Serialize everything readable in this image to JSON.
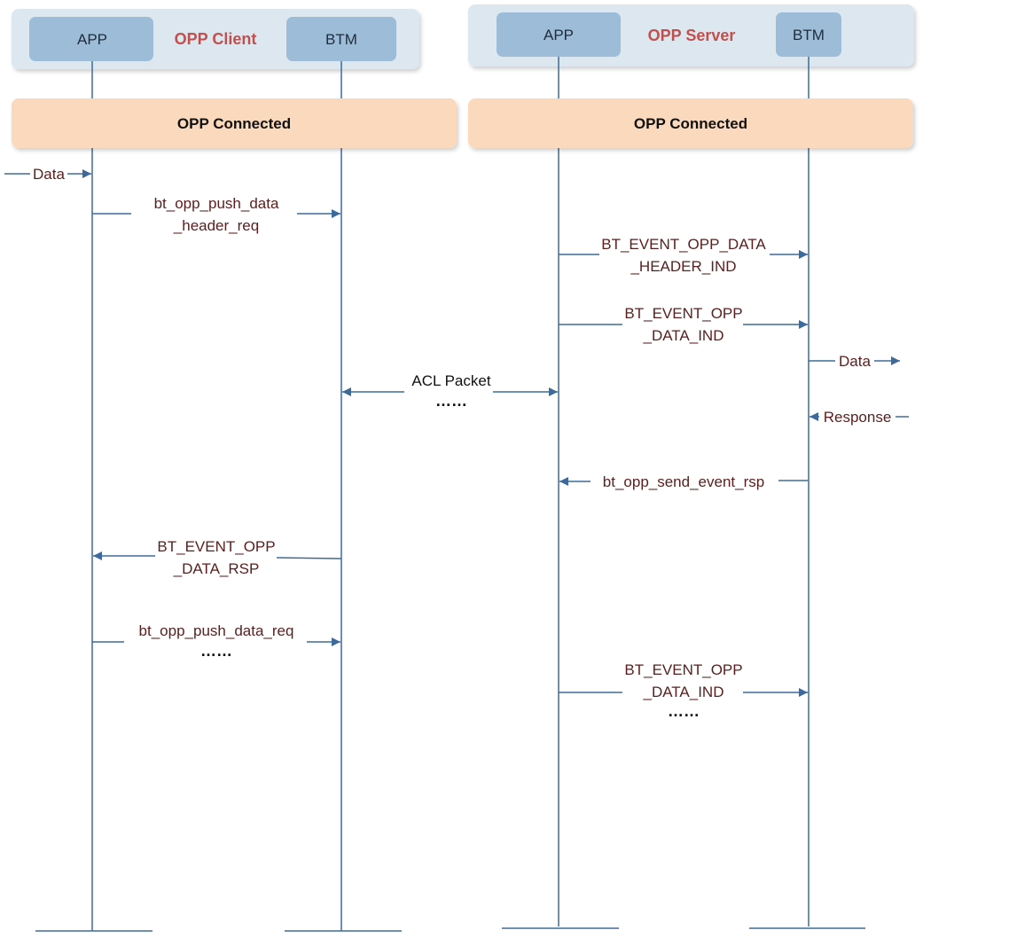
{
  "colors": {
    "line": "#3d6a9c",
    "group_bg": "#dde7f0",
    "actor_bg": "#9dbcd8",
    "connected_bg": "#fbd9bd",
    "title_red": "#c0504d",
    "label": "#5a1e1e"
  },
  "client": {
    "app_label": "APP",
    "title": "OPP Client",
    "btm_label": "BTM",
    "connected": "OPP Connected"
  },
  "server": {
    "app_label": "APP",
    "title": "OPP Server",
    "btm_label": "BTM",
    "connected": "OPP Connected"
  },
  "messages": {
    "data_in": "Data",
    "push_header_line1": "bt_opp_push_data",
    "push_header_line2": "_header_req",
    "header_ind_line1": "BT_EVENT_OPP_DATA",
    "header_ind_line2": "_HEADER_IND",
    "data_ind_line1": "BT_EVENT_OPP",
    "data_ind_line2": "_DATA_IND",
    "data_out": "Data",
    "acl_packet": "ACL Packet",
    "acl_dots": "……",
    "response": "Response",
    "send_event_rsp": "bt_opp_send_event_rsp",
    "data_rsp_line1": "BT_EVENT_OPP",
    "data_rsp_line2": "_DATA_RSP",
    "push_data_req": "bt_opp_push_data_req",
    "push_dots": "……",
    "data_ind2_line1": "BT_EVENT_OPP",
    "data_ind2_line2": "_DATA_IND",
    "data_ind2_dots": "……"
  }
}
